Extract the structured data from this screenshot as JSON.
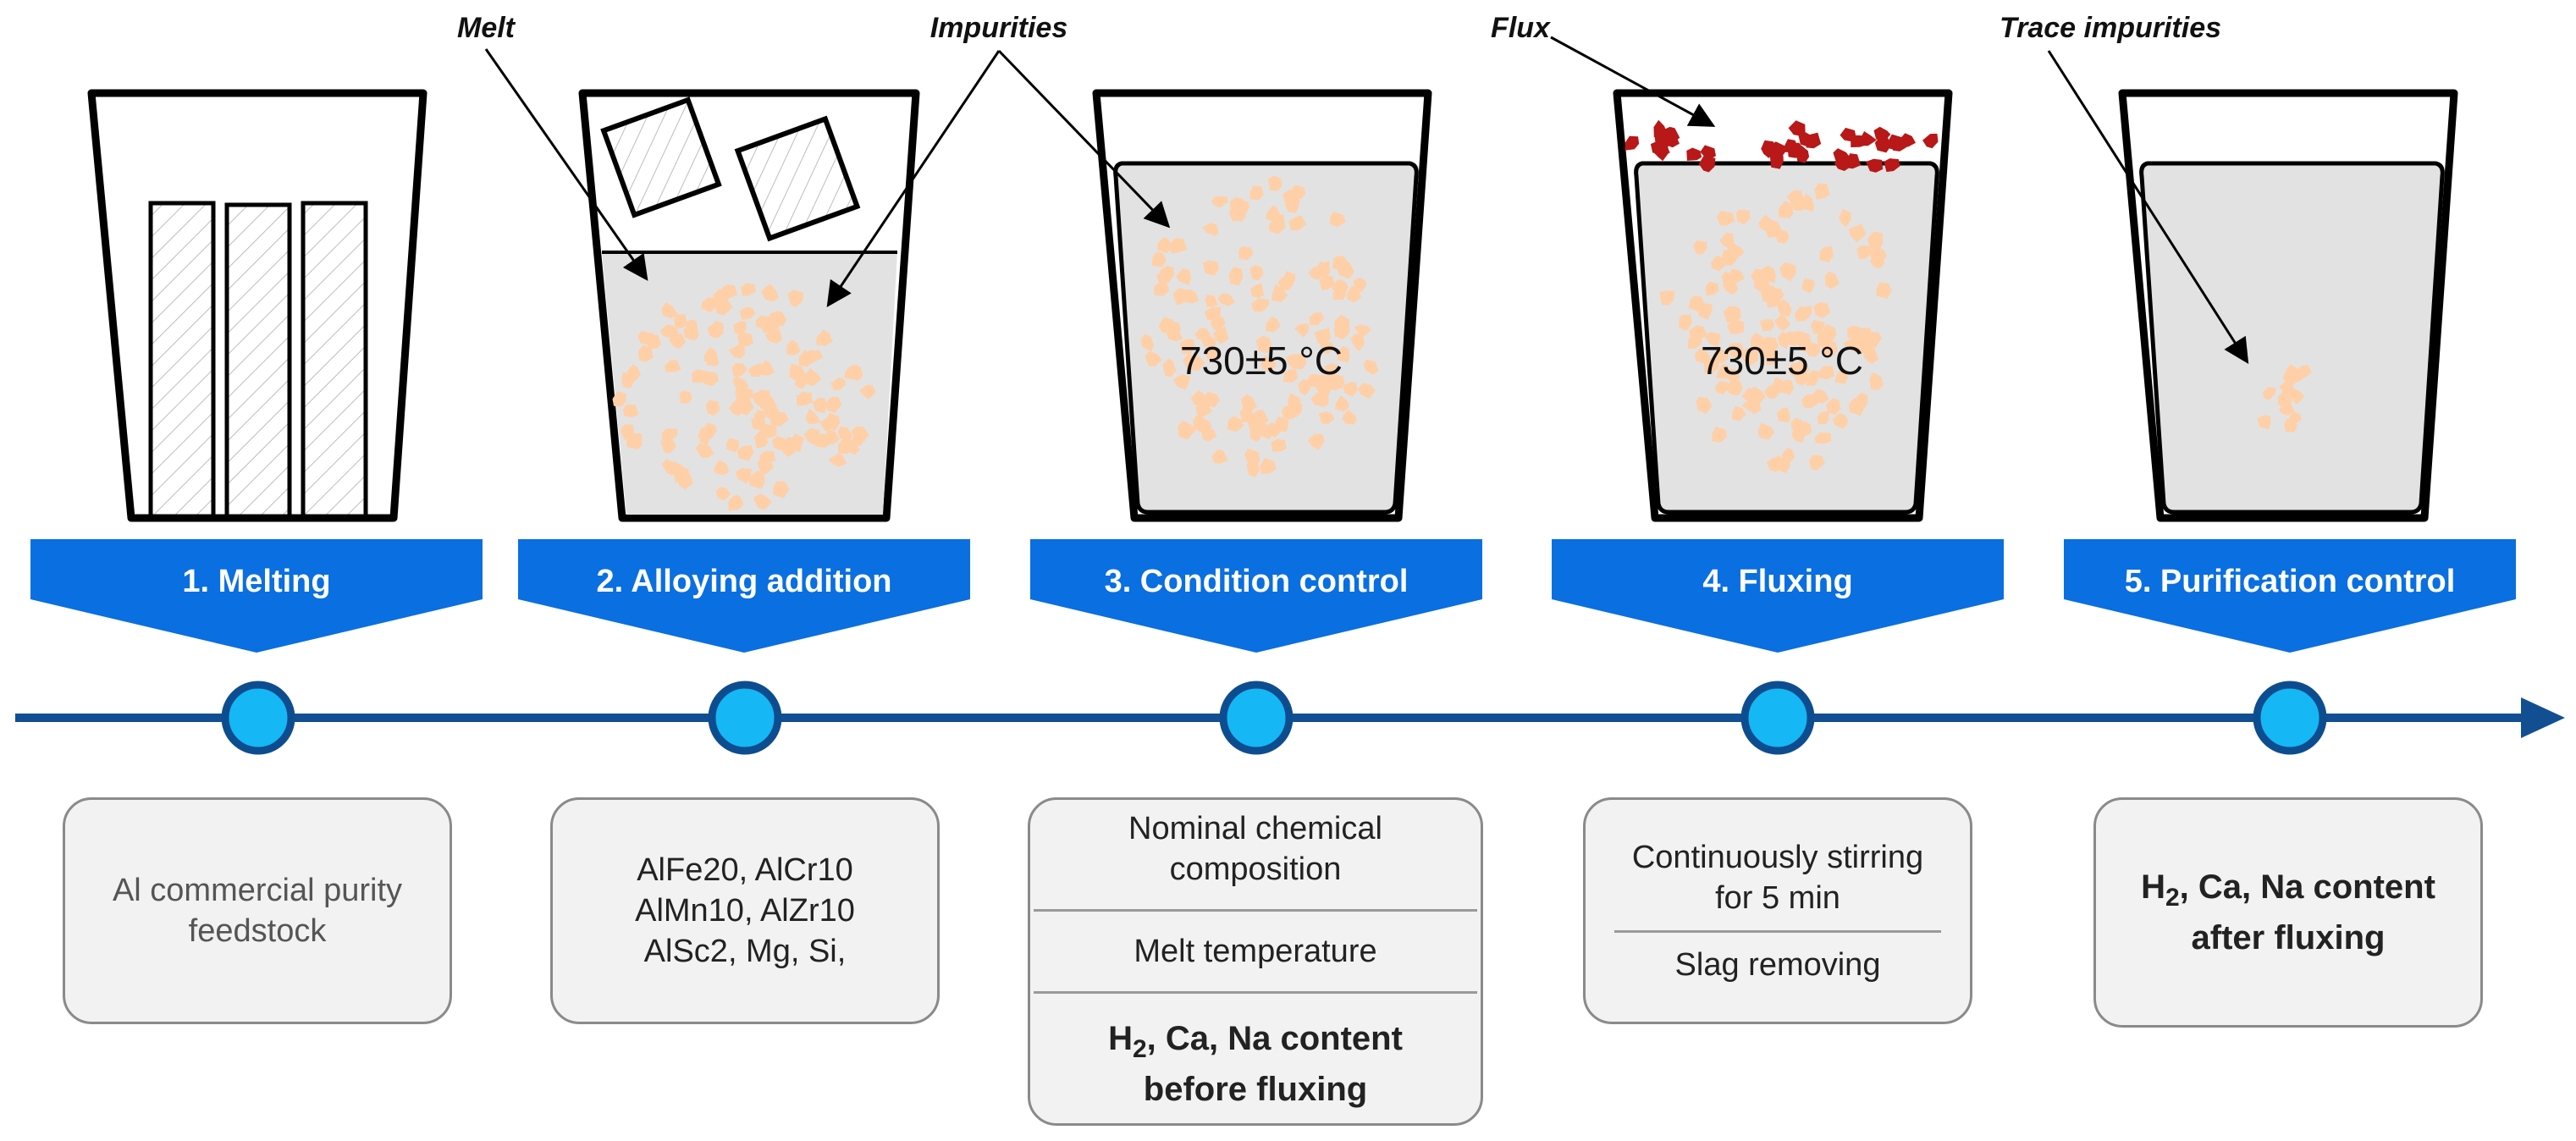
{
  "callouts": {
    "melt": "Melt",
    "impurities": "Impurities",
    "flux": "Flux",
    "trace_impurities": "Trace impurities"
  },
  "vessels": {
    "temp_3": "730±5 °C",
    "temp_4": "730±5 °C"
  },
  "steps": [
    {
      "label": "1. Melting"
    },
    {
      "label": "2. Alloying addition"
    },
    {
      "label": "3. Condition control"
    },
    {
      "label": "4. Fluxing"
    },
    {
      "label": "5. Purification control"
    }
  ],
  "boxes": {
    "b1": {
      "line1": "Al commercial purity",
      "line2": "feedstock"
    },
    "b2": {
      "line1": "AlFe20, AlCr10",
      "line2": "AlMn10, AlZr10",
      "line3": "AlSc2, Mg, Si,"
    },
    "b3": {
      "sec1_line1": "Nominal chemical",
      "sec1_line2": "composition",
      "sec2": "Melt temperature",
      "sec3_h": "H",
      "sec3_sub": "2",
      "sec3_rest": ", Ca, Na content",
      "sec3_line2": "before fluxing"
    },
    "b4": {
      "sec1_line1": "Continuously stirring",
      "sec1_line2": "for 5 min",
      "sec2": "Slag removing"
    },
    "b5": {
      "h": "H",
      "sub": "2",
      "rest": ", Ca, Na content",
      "line2": "after fluxing"
    }
  },
  "colors": {
    "banner": "#0a6fe0",
    "timeline": "#114f92",
    "node_fill": "#15b7f5",
    "node_stroke": "#0d4d8f",
    "impurity": "#ffd0a8",
    "flux": "#b81818",
    "melt": "#e2e2e2"
  },
  "icons": [
    "arrow-right-icon"
  ]
}
